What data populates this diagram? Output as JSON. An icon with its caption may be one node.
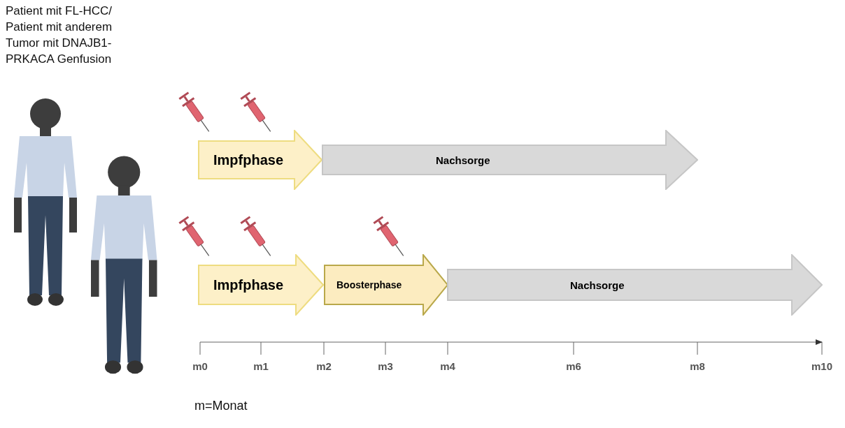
{
  "diagram": {
    "nodes": [
      {
        "text": [
          "Impfphase"
        ]
      },
      {
        "text": [
          "Nachsorge"
        ]
      },
      {
        "text": [
          "Impfphase"
        ]
      },
      {
        "text": [
          "Boosterphase"
        ]
      },
      {
        "text": [
          "Nachsorge"
        ]
      }
    ],
    "labels": [
      "Patient mit FL-HCC/ Patient mit anderem Tumor mit DNAJB1-PRKACA Genfusion",
      "m0",
      "m1",
      "m2",
      "m3",
      "m4",
      "m6",
      "m8",
      "m10",
      "m=Monat"
    ]
  }
}
